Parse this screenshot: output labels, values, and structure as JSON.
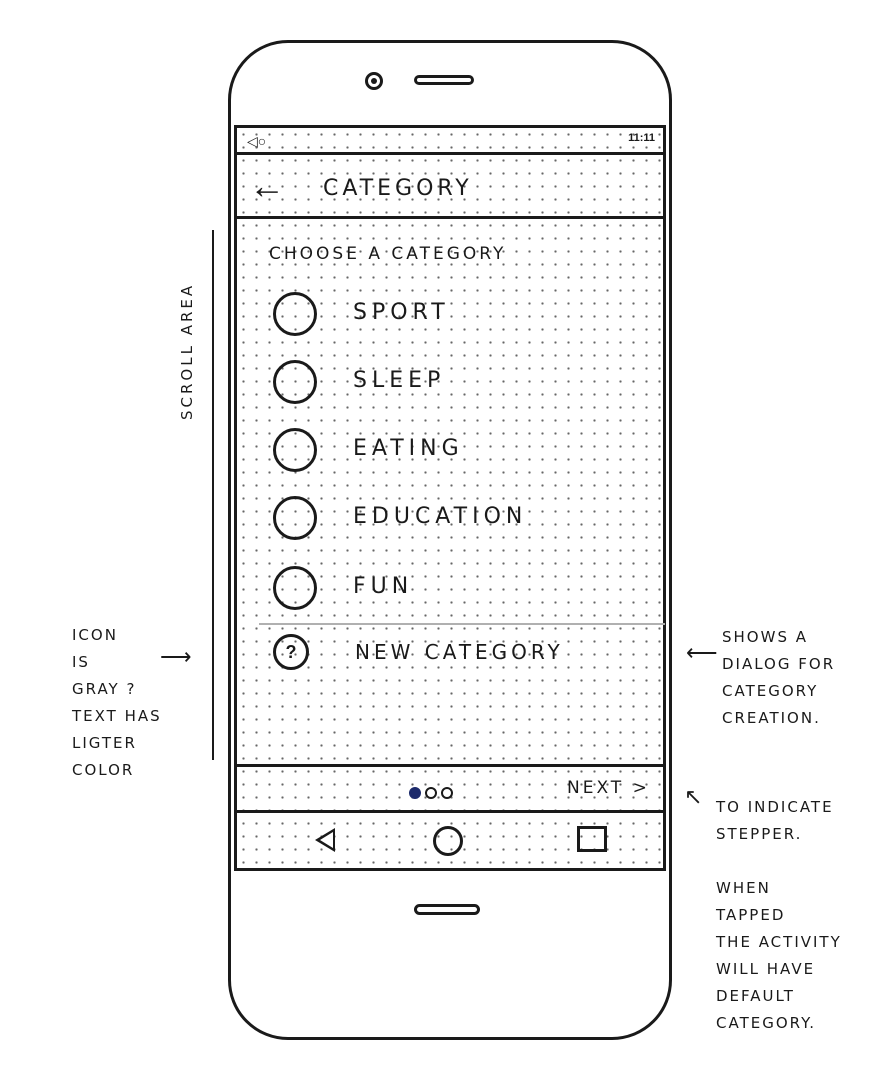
{
  "status_bar": {
    "icons": "◁○",
    "time": "11:11"
  },
  "app_bar": {
    "back_icon": "←",
    "title": "CATEGORY"
  },
  "section_label": "CHOOSE A CATEGORY",
  "categories": [
    {
      "label": "SPORT"
    },
    {
      "label": "SLEEP"
    },
    {
      "label": "EATING"
    },
    {
      "label": "EDUCATION"
    },
    {
      "label": "FUN"
    }
  ],
  "new_category": {
    "icon": "?",
    "label": "NEW CATEGORY"
  },
  "stepper": {
    "steps": 3,
    "active": 1,
    "next_label": "NEXT >"
  },
  "annotations": {
    "scroll_area": "SCROLL AREA",
    "icon_note": "ICON\nIS\nGRAY ?\nTEXT HAS\nLIGTER\nCOLOR",
    "dialog_note": "SHOWS A\nDIALOG FOR\nCATEGORY\nCREATION.",
    "stepper_note": "TO INDICATE\nSTEPPER.\n\nWHEN\nTAPPED\nTHE ACTIVITY\nWILL HAVE\nDEFAULT\nCATEGORY."
  },
  "colors": {
    "ink": "#1a1a1a",
    "active_dot": "#1c2a6b",
    "separator": "#b0b0b0"
  }
}
